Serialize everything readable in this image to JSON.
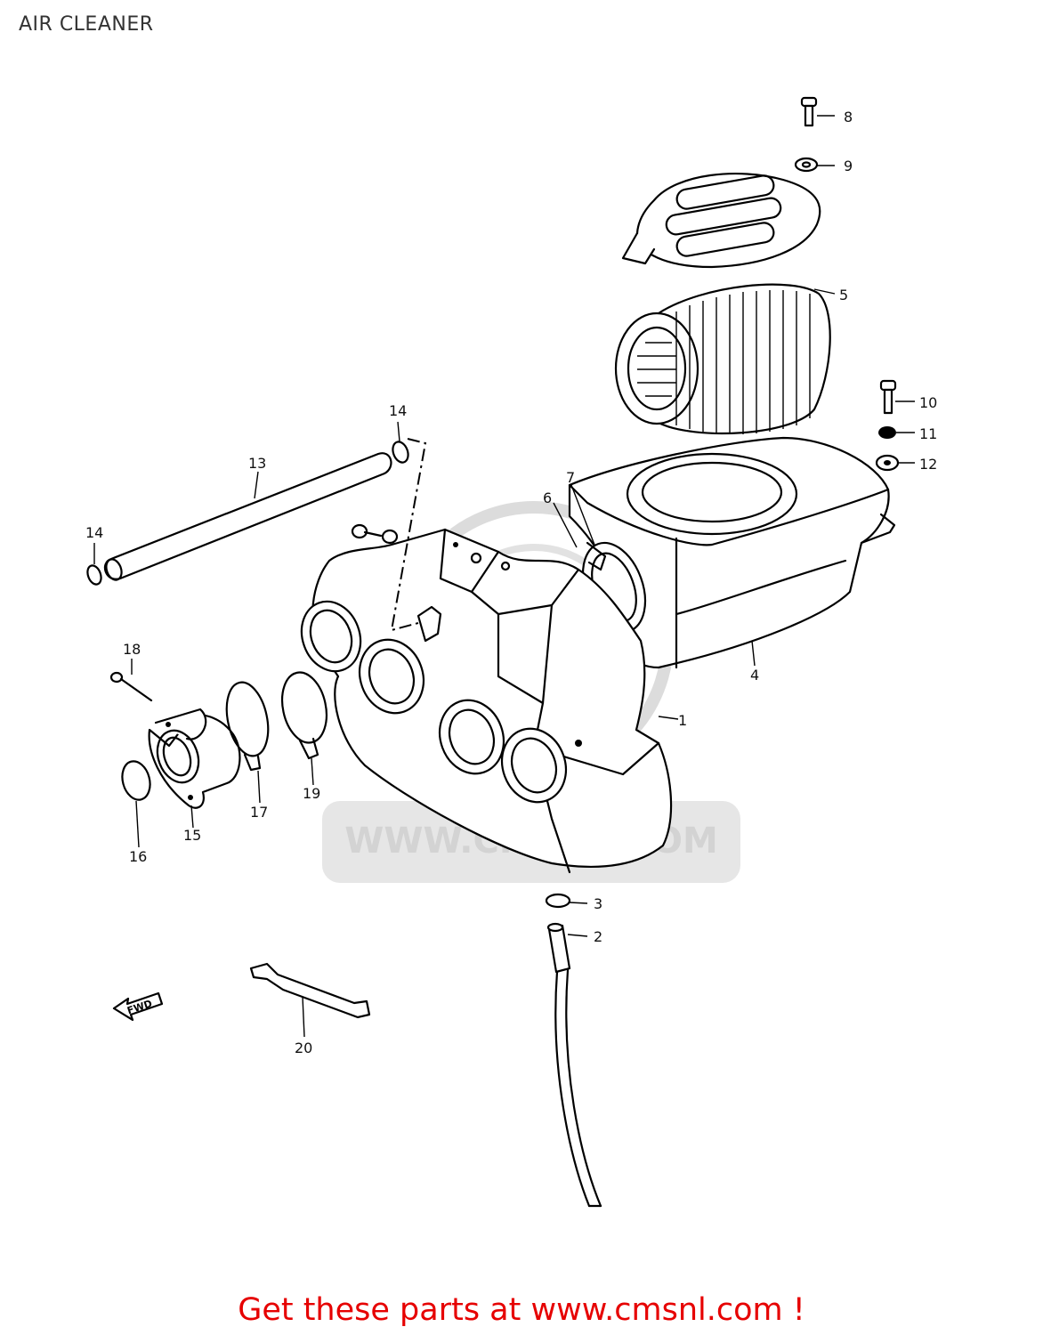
{
  "page": {
    "title": "AIR CLEANER",
    "footer_link": "Get these parts at www.cmsnl.com !"
  },
  "watermark": {
    "text": "WWW.CMSNL.COM"
  },
  "diagram": {
    "direction_arrow_label": "FWD",
    "callouts": {
      "c1": "1",
      "c2": "2",
      "c3": "3",
      "c4": "4",
      "c5": "5",
      "c6": "6",
      "c7": "7",
      "c8": "8",
      "c9": "9",
      "c10": "10",
      "c11": "11",
      "c12": "12",
      "c13": "13",
      "c14a": "14",
      "c14b": "14",
      "c15": "15",
      "c16": "16",
      "c17": "17",
      "c18": "18",
      "c19": "19",
      "c20": "20"
    }
  }
}
